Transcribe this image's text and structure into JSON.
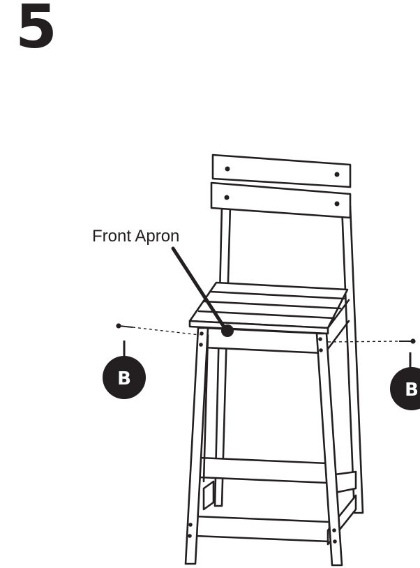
{
  "step": {
    "number": "5"
  },
  "callout": {
    "label": "Front Apron"
  },
  "hardware": {
    "left": {
      "letter": "B"
    },
    "right": {
      "letter": "B"
    }
  },
  "colors": {
    "ink": "#231f20",
    "background": "#ffffff"
  }
}
